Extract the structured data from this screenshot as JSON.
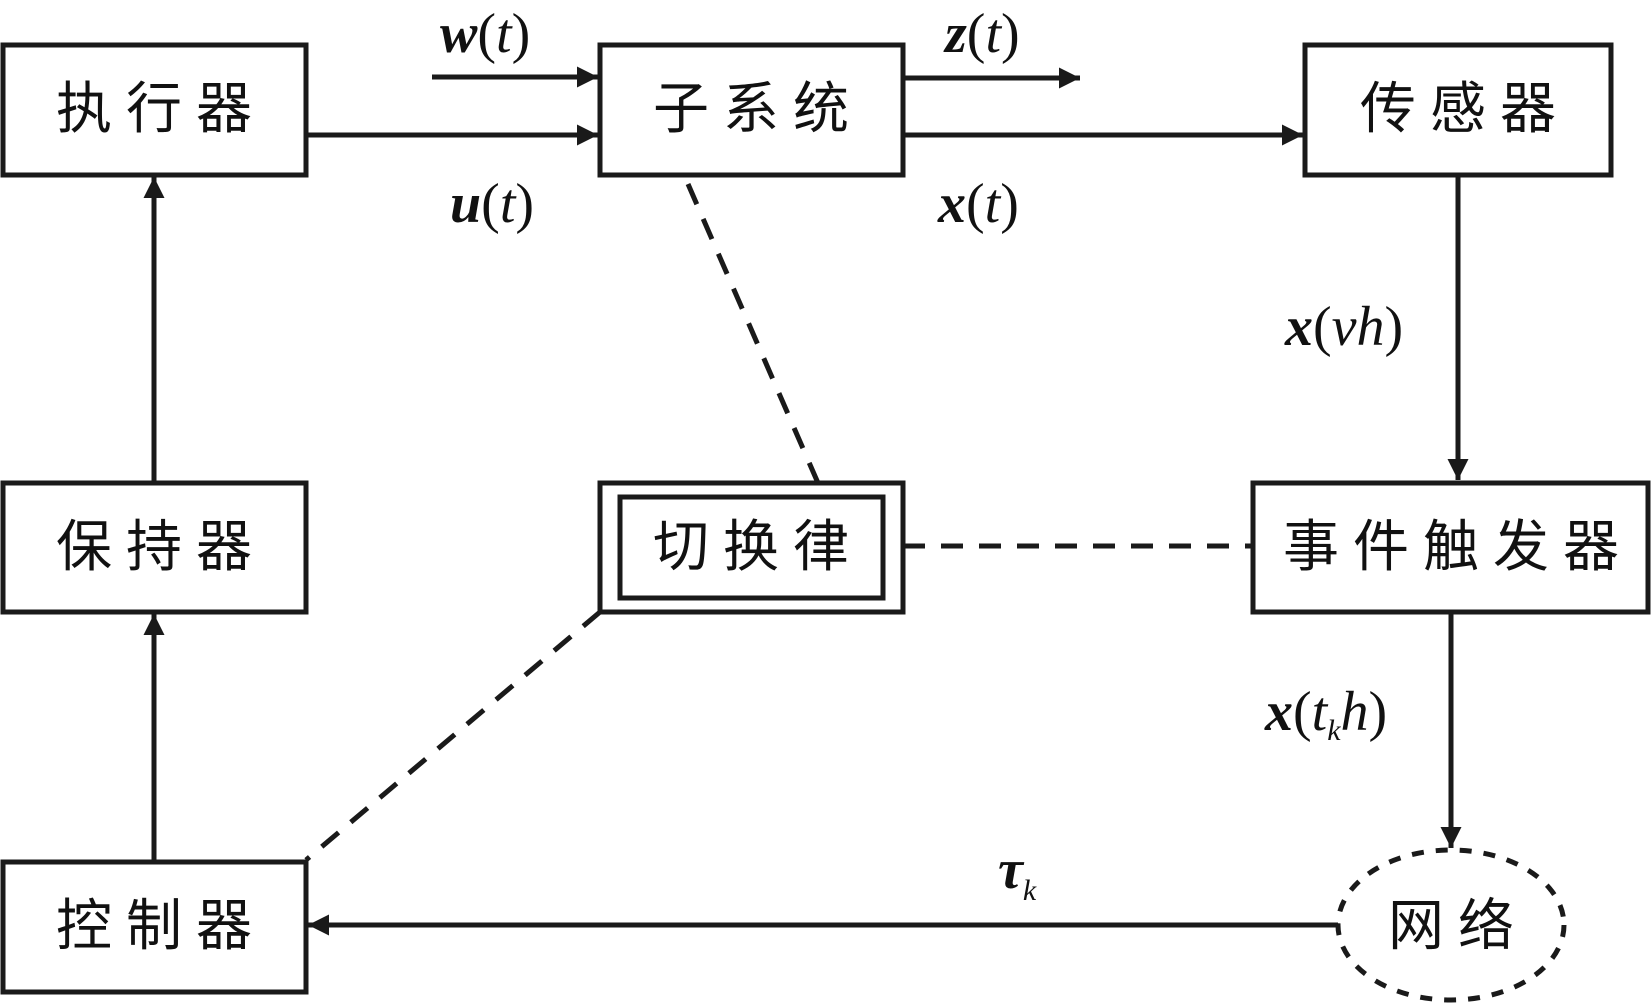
{
  "diagram": {
    "type": "block-diagram",
    "nodes": {
      "actuator": {
        "label": "执行器"
      },
      "subsystem": {
        "label": "子系统"
      },
      "sensor": {
        "label": "传感器"
      },
      "holder": {
        "label": "保持器"
      },
      "switching_law": {
        "label": "切换律"
      },
      "event_trigger": {
        "label": "事件触发器"
      },
      "controller": {
        "label": "控制器"
      },
      "network": {
        "label": "网络"
      }
    },
    "signals": {
      "w": {
        "var": "w",
        "arg": "t"
      },
      "u": {
        "var": "u",
        "arg": "t"
      },
      "z": {
        "var": "z",
        "arg": "t"
      },
      "x": {
        "var": "x",
        "arg": "t"
      },
      "x_vh": {
        "var": "x",
        "arg": "vh"
      },
      "x_tkh": {
        "var": "x",
        "arg_main": "t",
        "arg_sub": "k",
        "arg_tail": "h"
      },
      "tau": {
        "var": "τ",
        "sub": "k"
      }
    },
    "paren_open": "(",
    "paren_close": ")",
    "edges": [
      {
        "from": "external",
        "to": "subsystem",
        "signal": "w(t)",
        "style": "solid-arrow"
      },
      {
        "from": "actuator",
        "to": "subsystem",
        "signal": "u(t)",
        "style": "solid-arrow"
      },
      {
        "from": "subsystem",
        "to": "output",
        "signal": "z(t)",
        "style": "solid-arrow"
      },
      {
        "from": "subsystem",
        "to": "sensor",
        "signal": "x(t)",
        "style": "solid-arrow"
      },
      {
        "from": "sensor",
        "to": "event_trigger",
        "signal": "x(vh)",
        "style": "solid-arrow"
      },
      {
        "from": "event_trigger",
        "to": "network",
        "signal": "x(t_k h)",
        "style": "solid-arrow"
      },
      {
        "from": "network",
        "to": "controller",
        "signal": "τ_k",
        "style": "solid-arrow"
      },
      {
        "from": "controller",
        "to": "holder",
        "style": "solid-arrow"
      },
      {
        "from": "holder",
        "to": "actuator",
        "style": "solid-arrow"
      },
      {
        "from": "switching_law",
        "to": "subsystem",
        "style": "dashed"
      },
      {
        "from": "switching_law",
        "to": "event_trigger",
        "style": "dashed"
      },
      {
        "from": "switching_law",
        "to": "controller",
        "style": "dashed"
      }
    ]
  }
}
